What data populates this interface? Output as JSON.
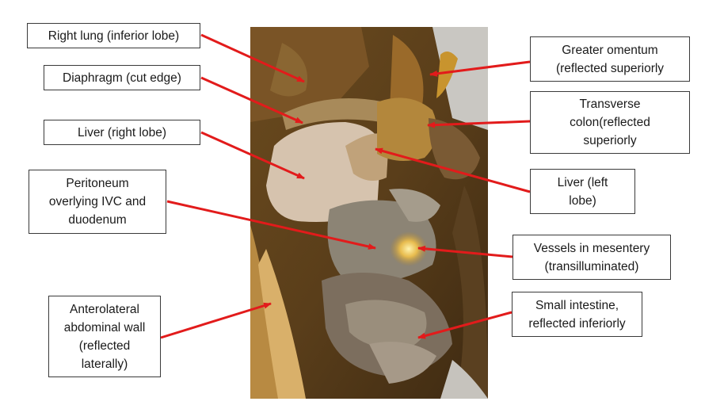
{
  "labels": {
    "right_lung": "Right lung (inferior lobe)",
    "diaphragm": "Diaphragm (cut edge)",
    "liver_right": "Liver (right lobe)",
    "peritoneum": "Peritoneum\noverlying IVC and\nduodenum",
    "abdominal_wall": "Anterolateral\nabdominal wall\n(reflected\nlaterally)",
    "greater_omentum": "Greater omentum\n(reflected superiorly",
    "transverse_colon": "Transverse\ncolon(reflected\nsuperiorly",
    "liver_left": "Liver (left\nlobe)",
    "vessels": "Vessels in mesentery\n(transilluminated)",
    "small_intestine": "Small intestine,\nreflected inferiorly"
  },
  "colors": {
    "arrow": "#e21b1b",
    "border": "#3a3a3a"
  }
}
